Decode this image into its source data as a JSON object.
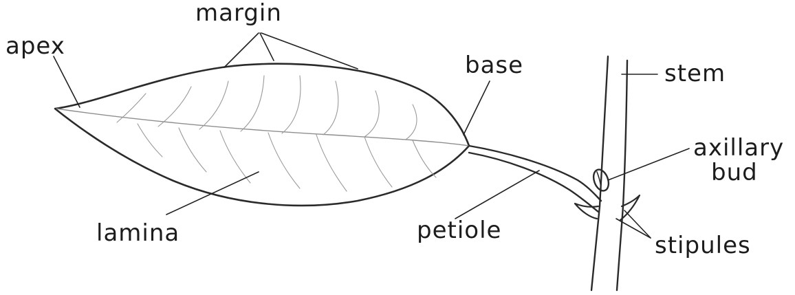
{
  "labels": {
    "margin": "margin",
    "apex": "apex",
    "base": "base",
    "stem": "stem",
    "axillary_bud": [
      "axillary",
      "bud"
    ],
    "lamina": "lamina",
    "petiole": "petiole",
    "stipules": "stipules"
  },
  "colors": {
    "ink": "#2a2a2a",
    "vein": "#9a9a9a",
    "background": "#ffffff"
  }
}
